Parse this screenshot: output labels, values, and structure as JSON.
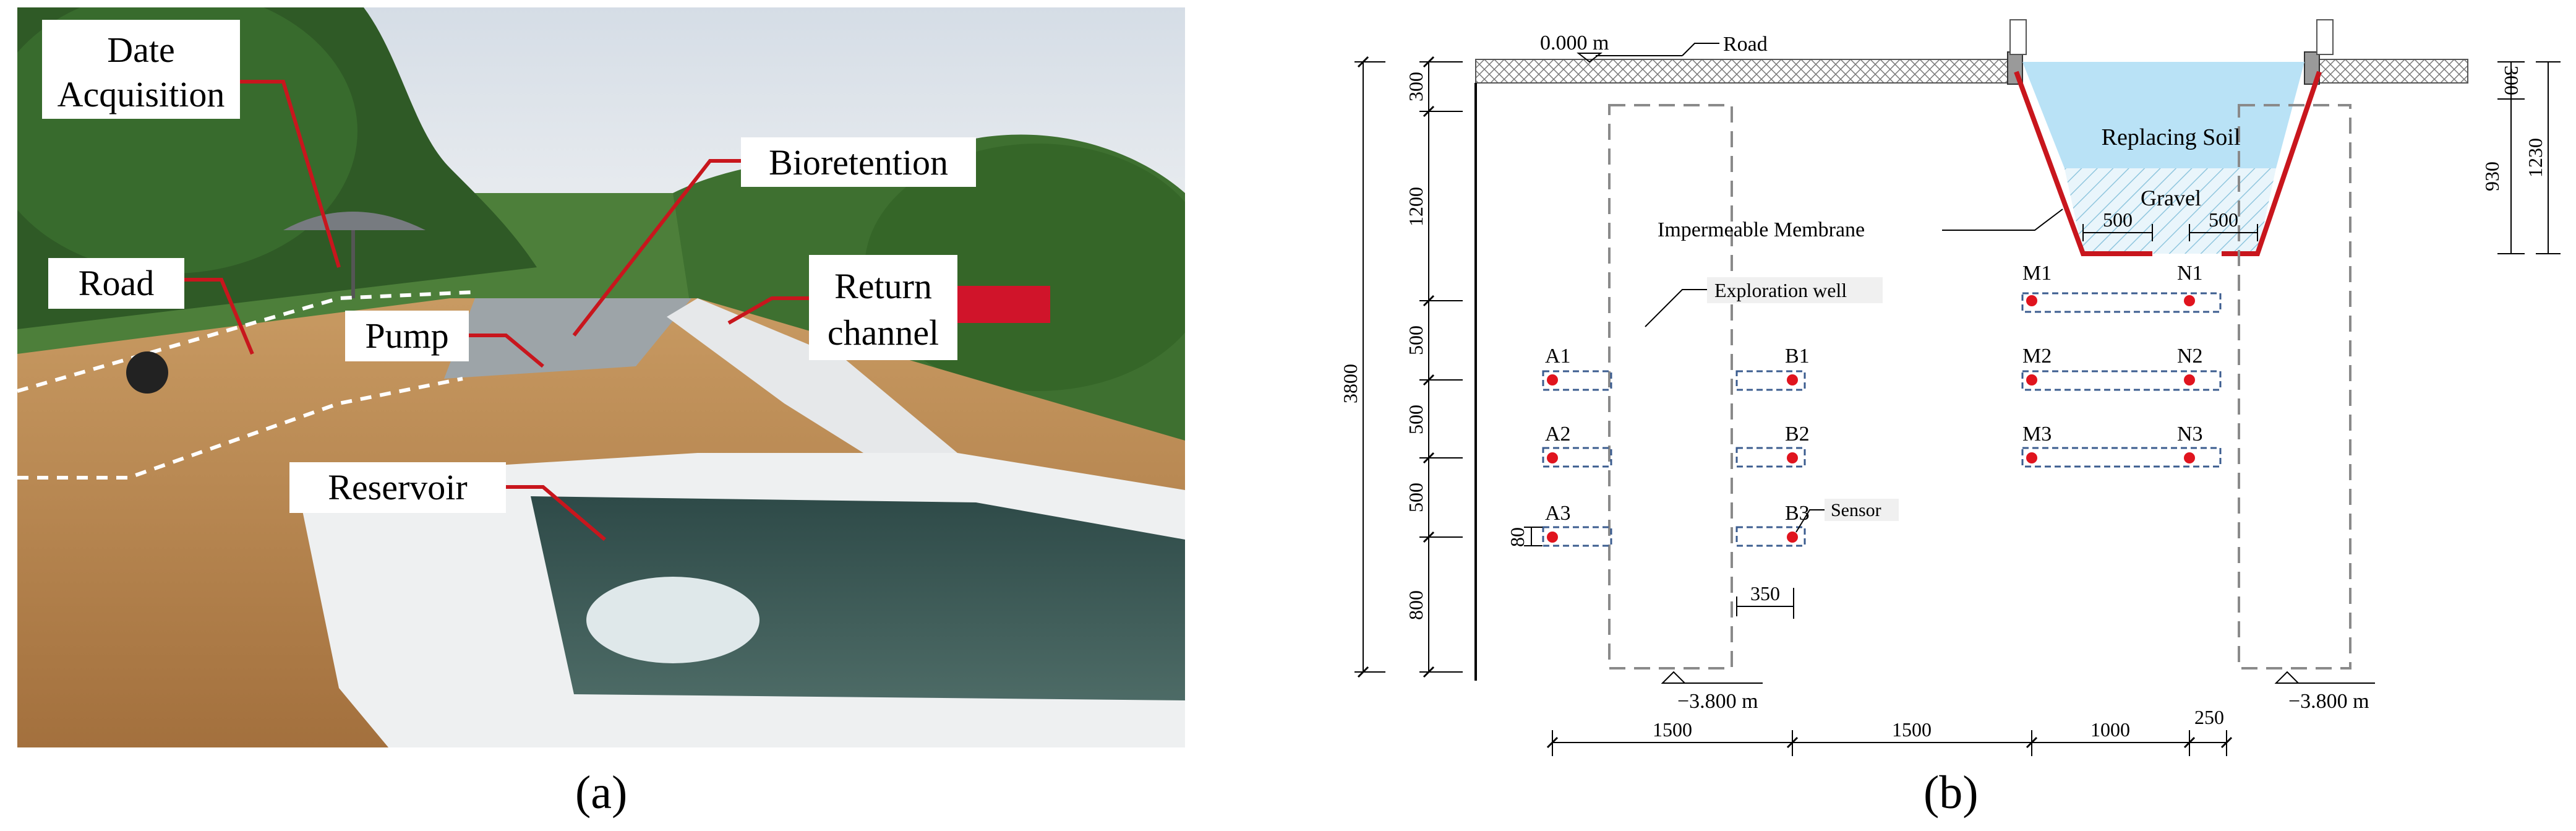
{
  "photo": {
    "labels": {
      "date_acquisition_line1": "Date",
      "date_acquisition_line2": "Acquisition",
      "road": "Road",
      "pump": "Pump",
      "bioretention": "Bioretention",
      "return_channel_line1": "Return",
      "return_channel_line2": "channel",
      "reservoir": "Reservoir"
    },
    "caption": "(a)"
  },
  "diagram": {
    "labels": {
      "road_elevation": "0.000 m",
      "road": "Road",
      "replacing_soil": "Replacing Soil",
      "gravel": "Gravel",
      "impermeable_membrane": "Impermeable Membrane",
      "exploration_well": "Exploration well",
      "sensor": "Sensor",
      "bottom_elevation_left": "−3.800 m",
      "bottom_elevation_right": "−3.800 m"
    },
    "sensors": {
      "A1": "A1",
      "A2": "A2",
      "A3": "A3",
      "B1": "B1",
      "B2": "B2",
      "B3": "B3",
      "M1": "M1",
      "M2": "M2",
      "M3": "M3",
      "N1": "N1",
      "N2": "N2",
      "N3": "N3"
    },
    "dimensions": {
      "left_total": "3800",
      "left_seg_300": "300",
      "left_seg_1200": "1200",
      "left_seg_500a": "500",
      "left_seg_500b": "500",
      "left_seg_500c": "500",
      "left_seg_800": "800",
      "sensor_80": "80",
      "width_350": "350",
      "gravel_500_left": "500",
      "gravel_500_right": "500",
      "right_300": "300",
      "right_930": "930",
      "right_1230": "1230",
      "bottom_1500a": "1500",
      "bottom_1500b": "1500",
      "bottom_1000": "1000",
      "bottom_250": "250"
    },
    "caption": "(b)"
  },
  "colors": {
    "red_line": "#c8161d",
    "sensor_dot": "#e0141e",
    "replacing_soil": "#b9e2f6",
    "gravel_hatch": "#8fc6de",
    "sensor_box": "#3b5c8f",
    "well_dash": "#8a8a8a"
  }
}
